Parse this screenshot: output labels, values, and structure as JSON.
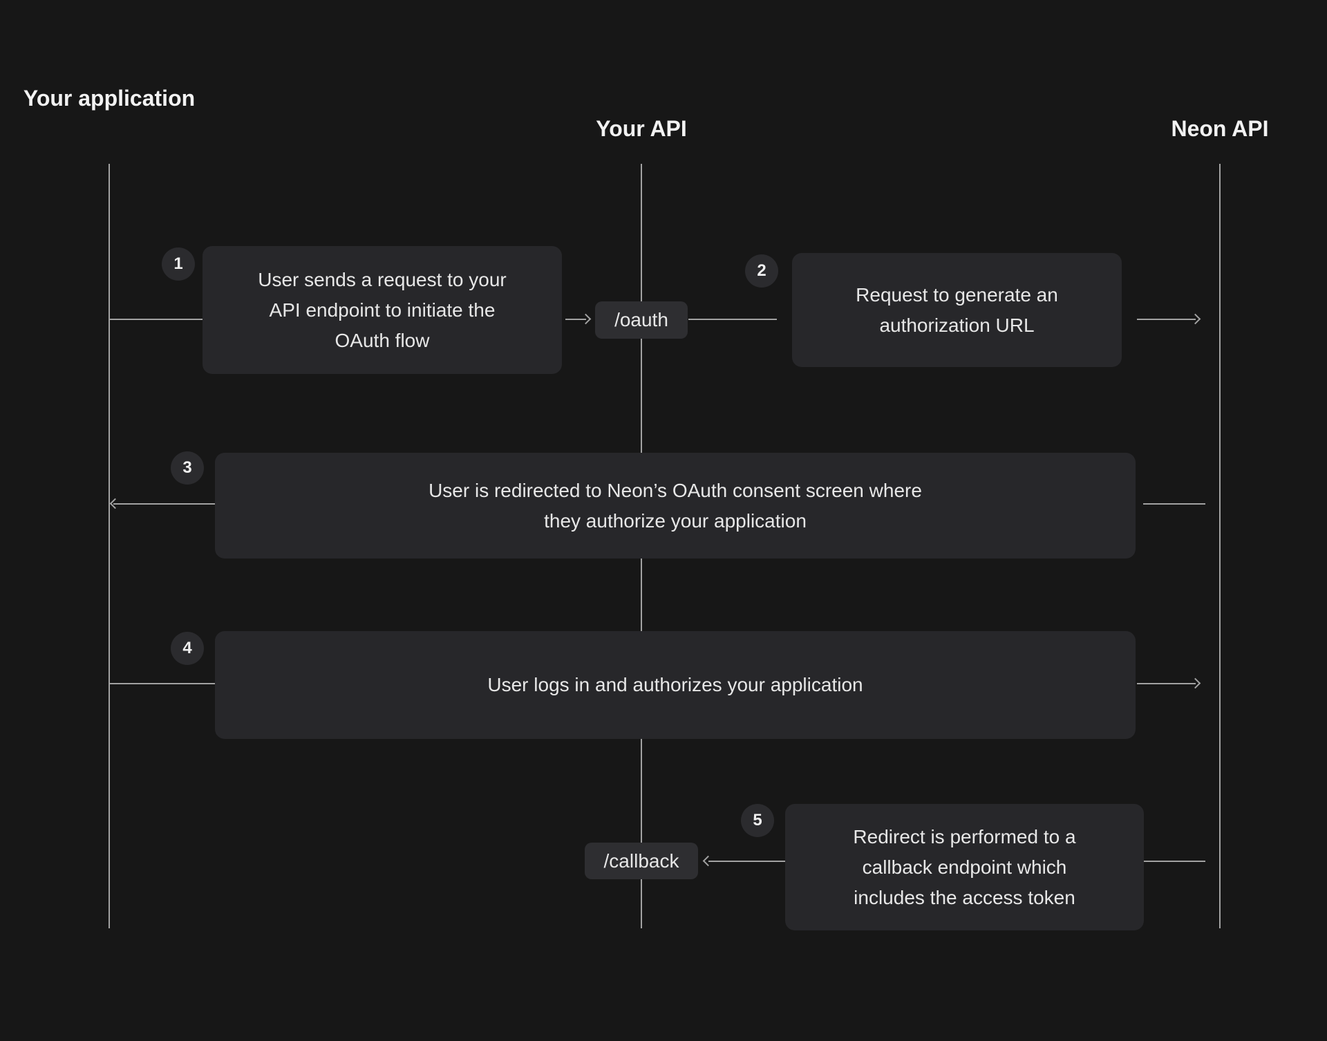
{
  "lanes": [
    {
      "label": "Your application"
    },
    {
      "label": "Your API"
    },
    {
      "label": "Neon API"
    }
  ],
  "steps": [
    {
      "number": "1",
      "text": "User sends a request to your API endpoint to initiate the OAuth flow"
    },
    {
      "number": "2",
      "text": "Request to generate an authorization URL"
    },
    {
      "number": "3",
      "text": "User is redirected to Neon’s OAuth consent screen where they authorize your application"
    },
    {
      "number": "4",
      "text": "User logs in and authorizes your application"
    },
    {
      "number": "5",
      "text": "Redirect is performed to a callback endpoint which includes the access token"
    }
  ],
  "endpoints": [
    {
      "label": "/oauth"
    },
    {
      "label": "/callback"
    }
  ],
  "colors": {
    "background": "#171717",
    "box": "#27272a",
    "pill": "#2e2e31",
    "badge": "#2b2b2e",
    "line": "#a2a2a2",
    "text": "#e7e7e7",
    "heading": "#f2f2f2"
  }
}
